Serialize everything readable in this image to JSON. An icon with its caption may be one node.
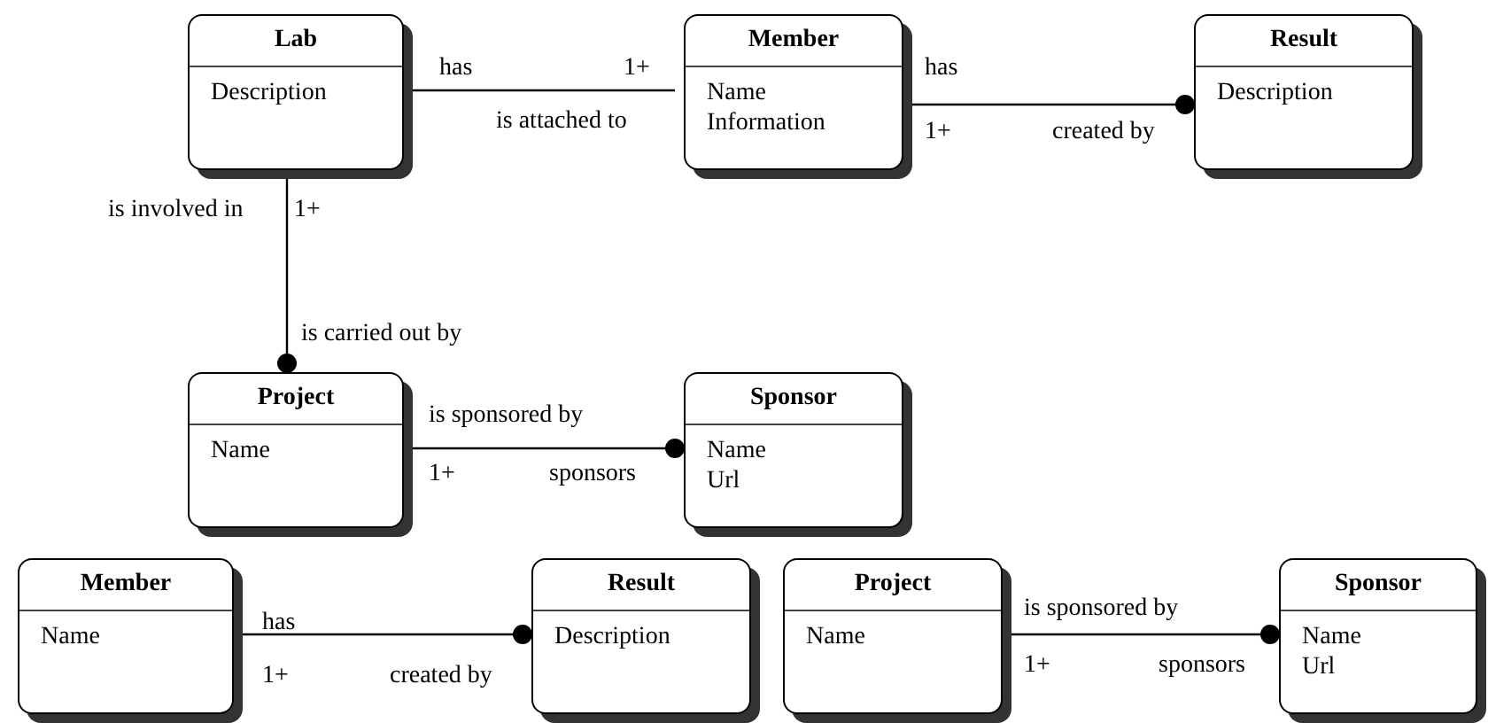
{
  "diagram": {
    "nodes": [
      {
        "text": [
          "Lab",
          "Description"
        ]
      },
      {
        "text": [
          "Member",
          "Name",
          "Information"
        ]
      },
      {
        "text": [
          "Result",
          "Description"
        ]
      },
      {
        "text": [
          "Project",
          "Name"
        ]
      },
      {
        "text": [
          "Sponsor",
          "Name",
          "Url"
        ]
      },
      {
        "text": [
          "Member",
          "Name"
        ]
      },
      {
        "text": [
          "Result",
          "Description"
        ]
      },
      {
        "text": [
          "Project",
          "Name"
        ]
      },
      {
        "text": [
          "Sponsor",
          "Name",
          "Url"
        ]
      }
    ],
    "edges": [
      {
        "from": 0,
        "to": 1,
        "arrow": "none"
      },
      {
        "from": 1,
        "to": 2,
        "arrow": "other"
      },
      {
        "from": 0,
        "to": 3,
        "arrow": "other"
      },
      {
        "from": 3,
        "to": 4,
        "arrow": "other"
      },
      {
        "from": 5,
        "to": 6,
        "arrow": "other"
      },
      {
        "from": 7,
        "to": 8,
        "arrow": "other"
      }
    ],
    "labels": [
      "has",
      "1+",
      "is attached to",
      "has",
      "1+",
      "created by",
      "is involved in",
      "1+",
      "is carried out by",
      "is sponsored by",
      "1+",
      "sponsors",
      "has",
      "1+",
      "created by",
      "is sponsored by",
      "1+",
      "sponsors"
    ]
  }
}
